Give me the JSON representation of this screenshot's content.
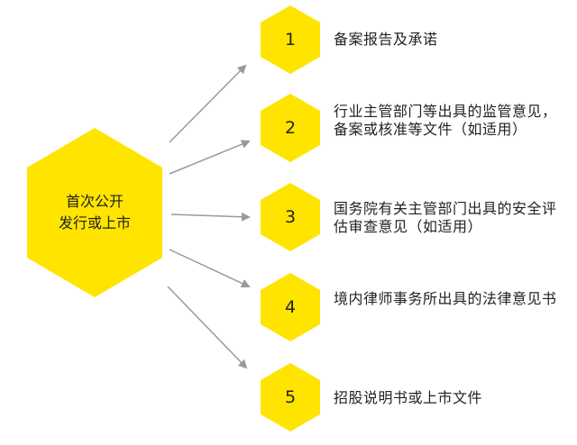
{
  "center": {
    "line1": "首次公开",
    "line2": "发行或上市"
  },
  "steps": [
    {
      "num": "1",
      "text": "备案报告及承诺"
    },
    {
      "num": "2",
      "text": "行业主管部门等出具的监管意见，备案或核准等文件（如适用）"
    },
    {
      "num": "3",
      "text": "国务院有关主管部门出具的安全评估审查意见（如适用）"
    },
    {
      "num": "4",
      "text": "境内律师事务所出具的法律意见书"
    },
    {
      "num": "5",
      "text": "招股说明书或上市文件"
    }
  ],
  "colors": {
    "hex_fill": "#FFE400",
    "arrow": "#9a9a9a",
    "text": "#222222"
  }
}
